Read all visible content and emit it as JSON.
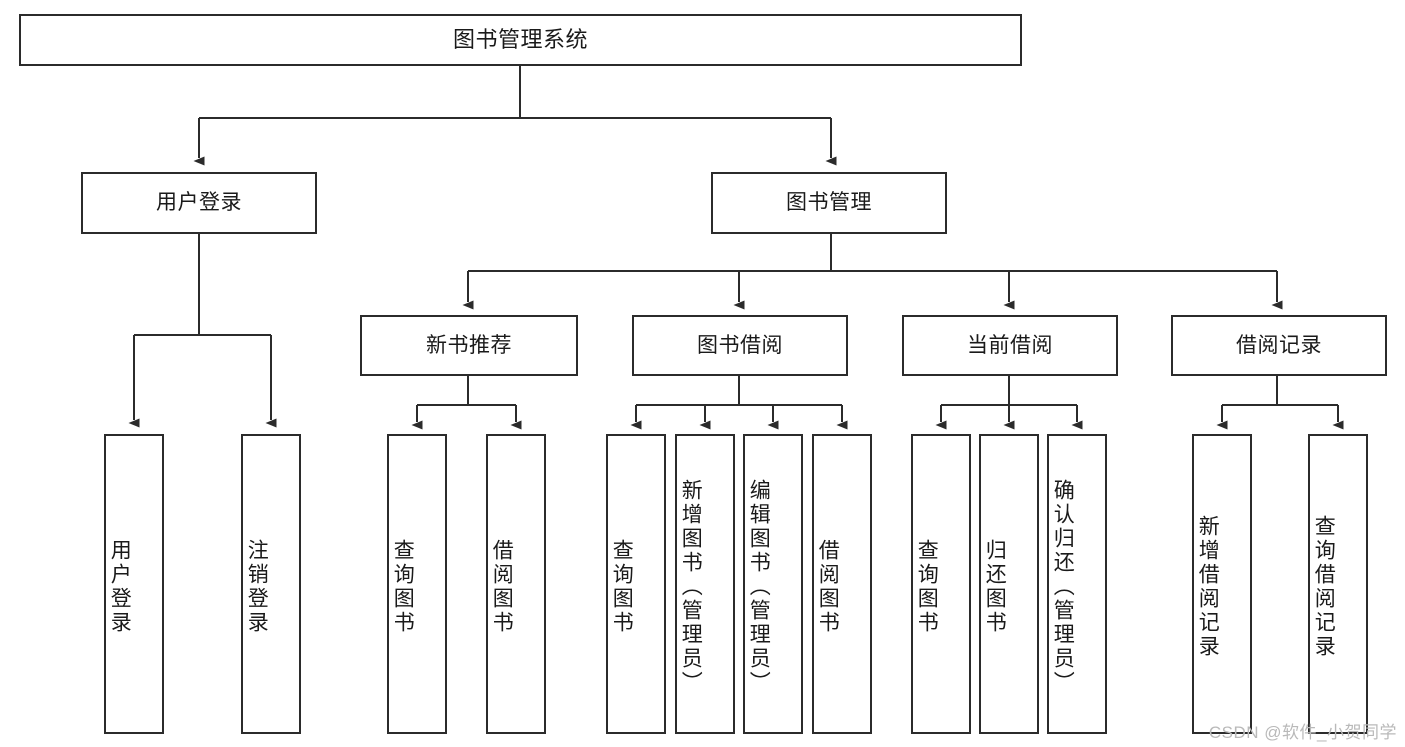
{
  "diagram": {
    "title": "图书管理系统",
    "type": "tree-hierarchy-chart",
    "watermark": "CSDN @软件_小贺同学",
    "colors": {
      "stroke": "#2b2b2b",
      "background": "#ffffff",
      "text": "#1a1a1a",
      "watermark": "#b9b9b9"
    },
    "levels": {
      "root": {
        "label": "图书管理系统"
      },
      "level2": [
        {
          "id": "user-login",
          "label": "用户登录"
        },
        {
          "id": "book-management",
          "label": "图书管理"
        }
      ],
      "level3": [
        {
          "id": "new-book-recommend",
          "label": "新书推荐",
          "parent": "book-management"
        },
        {
          "id": "book-borrow",
          "label": "图书借阅",
          "parent": "book-management"
        },
        {
          "id": "current-borrow",
          "label": "当前借阅",
          "parent": "book-management"
        },
        {
          "id": "borrow-record",
          "label": "借阅记录",
          "parent": "book-management"
        }
      ],
      "leaves": [
        {
          "id": "leaf-user-login",
          "label": "用户登录",
          "parent": "user-login"
        },
        {
          "id": "leaf-logout-login",
          "label": "注销登录",
          "parent": "user-login"
        },
        {
          "id": "leaf-query-book-1",
          "label": "查询图书",
          "parent": "new-book-recommend"
        },
        {
          "id": "leaf-borrow-book-1",
          "label": "借阅图书",
          "parent": "new-book-recommend"
        },
        {
          "id": "leaf-query-book-2",
          "label": "查询图书",
          "parent": "book-borrow"
        },
        {
          "id": "leaf-add-book",
          "label": "新增图书（管理员）",
          "parent": "book-borrow"
        },
        {
          "id": "leaf-edit-book",
          "label": "编辑图书（管理员）",
          "parent": "book-borrow"
        },
        {
          "id": "leaf-borrow-book-2",
          "label": "借阅图书",
          "parent": "book-borrow"
        },
        {
          "id": "leaf-query-book-3",
          "label": "查询图书",
          "parent": "current-borrow"
        },
        {
          "id": "leaf-return-book",
          "label": "归还图书",
          "parent": "current-borrow"
        },
        {
          "id": "leaf-confirm-return",
          "label": "确认归还（管理员）",
          "parent": "current-borrow"
        },
        {
          "id": "leaf-add-record",
          "label": "新增借阅记录",
          "parent": "borrow-record"
        },
        {
          "id": "leaf-query-record",
          "label": "查询借阅记录",
          "parent": "borrow-record"
        }
      ]
    }
  }
}
